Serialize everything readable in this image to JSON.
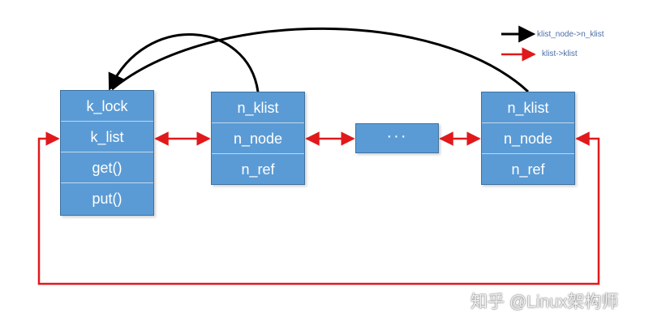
{
  "klist_struct": {
    "fields": [
      "k_lock",
      "k_list",
      "get()",
      "put()"
    ]
  },
  "node_first": {
    "fields": [
      "n_klist",
      "n_node",
      "n_ref"
    ]
  },
  "ellipsis": {
    "label": "···"
  },
  "node_last": {
    "fields": [
      "n_klist",
      "n_node",
      "n_ref"
    ]
  },
  "legend": {
    "pointer_label": "klist_node->n_klist",
    "list_label": "klist->klist",
    "pointer_color": "#000000",
    "list_color": "#e0191c"
  },
  "watermark": "知乎 @Linux架构师"
}
